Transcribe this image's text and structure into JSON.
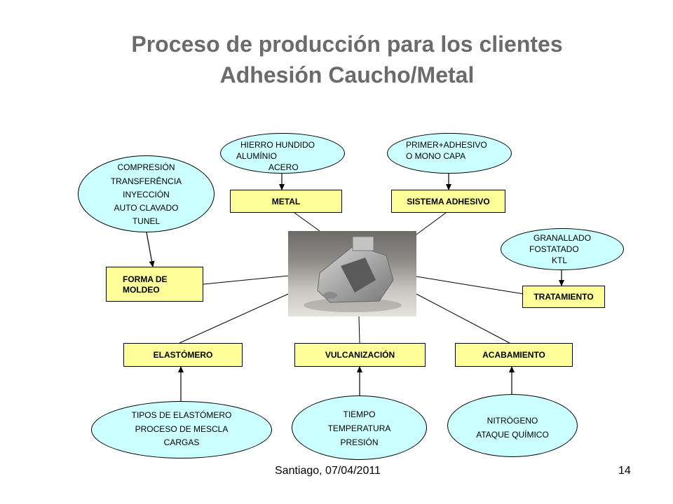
{
  "title": {
    "line1": "Proceso de producción para los clientes",
    "line2": "Adhesión  Caucho/Metal"
  },
  "ovals": {
    "hierro": [
      "HIERRO HUNDIDO",
      "ALUMÍNIO",
      "ACERO"
    ],
    "primer": [
      "PRIMER+ADHESIVO",
      "O MONO CAPA"
    ],
    "compresion": [
      "COMPRESIÓN",
      "TRANSFERÊNCIA",
      "INYECCIÓN",
      "AUTO CLAVADO",
      "TUNEL"
    ],
    "granallado": [
      "GRANALLADO",
      "FOSTATADO",
      "KTL"
    ],
    "tipos": [
      "TIPOS DE ELASTÓMERO",
      "PROCESO DE MESCLA",
      "CARGAS"
    ],
    "tiempo": [
      "TIEMPO",
      "TEMPERATURA",
      "PRESIÓN"
    ],
    "nitrogeno": [
      "NITRÓGENO",
      "ATAQUE  QUÍMICO"
    ]
  },
  "boxes": {
    "metal": "METAL",
    "sistema": "SISTEMA ADHESIVO",
    "forma": [
      "FORMA DE",
      "MOLDEO"
    ],
    "tratamiento": "TRATAMIENTO",
    "elastomero": "ELASTÓMERO",
    "vulcanizacion": "VULCANIZACIÓN",
    "acabamiento": "ACABAMIENTO"
  },
  "footer": {
    "place_date": "Santiago, 07/04/2011",
    "page": "14"
  },
  "colors": {
    "oval_fill": "#ccffff",
    "box_fill": "#ffff99",
    "title": "#6b6b6b"
  }
}
